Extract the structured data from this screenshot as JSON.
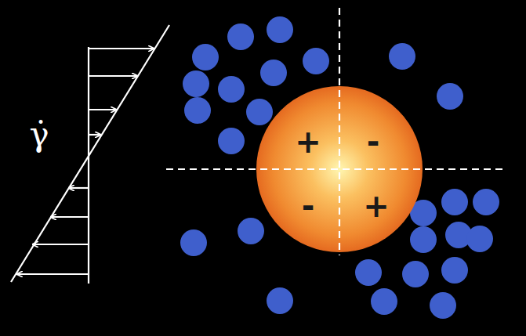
{
  "diagram": {
    "nodes": [
      {
        "text": [
          "+",
          "-",
          "-",
          "+"
        ]
      }
    ],
    "labels": [
      "γ̇"
    ]
  }
}
